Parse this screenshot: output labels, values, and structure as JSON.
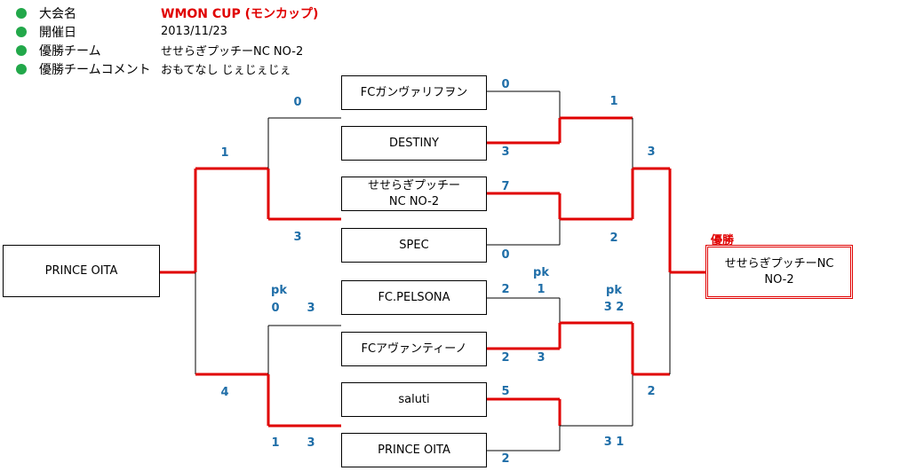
{
  "info": {
    "rows": [
      {
        "label": "大会名",
        "value": "WMON CUP (モンカップ)"
      },
      {
        "label": "開催日",
        "value": "2013/11/23"
      },
      {
        "label": "優勝チーム",
        "value": "せせらぎプッチーNC NO-2"
      },
      {
        "label": "優勝チームコメント",
        "value": "おもてなし じぇじぇじぇ"
      }
    ]
  },
  "teams": {
    "seed": "PRINCE OITA",
    "t1": "FCガンヴァリフヲン",
    "t2": "DESTINY",
    "t3": "せせらぎプッチーNC NO-2",
    "t4": "SPEC",
    "t5": "FC.PELSONA",
    "t6": "FCアヴァンティーノ",
    "t7": "saluti",
    "t8": "PRINCE OITA"
  },
  "scores": {
    "r1_t1": "0",
    "r1_t2": "3",
    "r1_t3": "7",
    "r1_t4": "0",
    "r1_t5": "2",
    "r1_t5_pk_label": "pk",
    "r1_t5_pk": "1",
    "r1_t6": "2",
    "r1_t6_pk": "3",
    "r1_t7": "5",
    "r1_t8": "2",
    "qf_top_upper": "1",
    "qf_top_lower": "2",
    "qf_bot_pk_label": "pk",
    "qf_bot_upper": "3 2",
    "qf_bot_lower": "3 1",
    "sf_top": "3",
    "sf_bot": "2",
    "left_top_upper": "0",
    "left_top_lower": "3",
    "left_bot_pk_label": "pk",
    "left_bot_pk_a": "0",
    "left_bot_pk_b": "3",
    "left_bot_lower_a": "1",
    "left_bot_lower_b": "3",
    "seed_top": "1",
    "seed_bot": "4"
  },
  "champion": {
    "label": "優勝",
    "name": "せせらぎプッチーNC NO-2"
  },
  "colors": {
    "winner_line": "#e00000",
    "line": "#000000",
    "score": "#1f6ea8",
    "dot": "#22a84a"
  }
}
